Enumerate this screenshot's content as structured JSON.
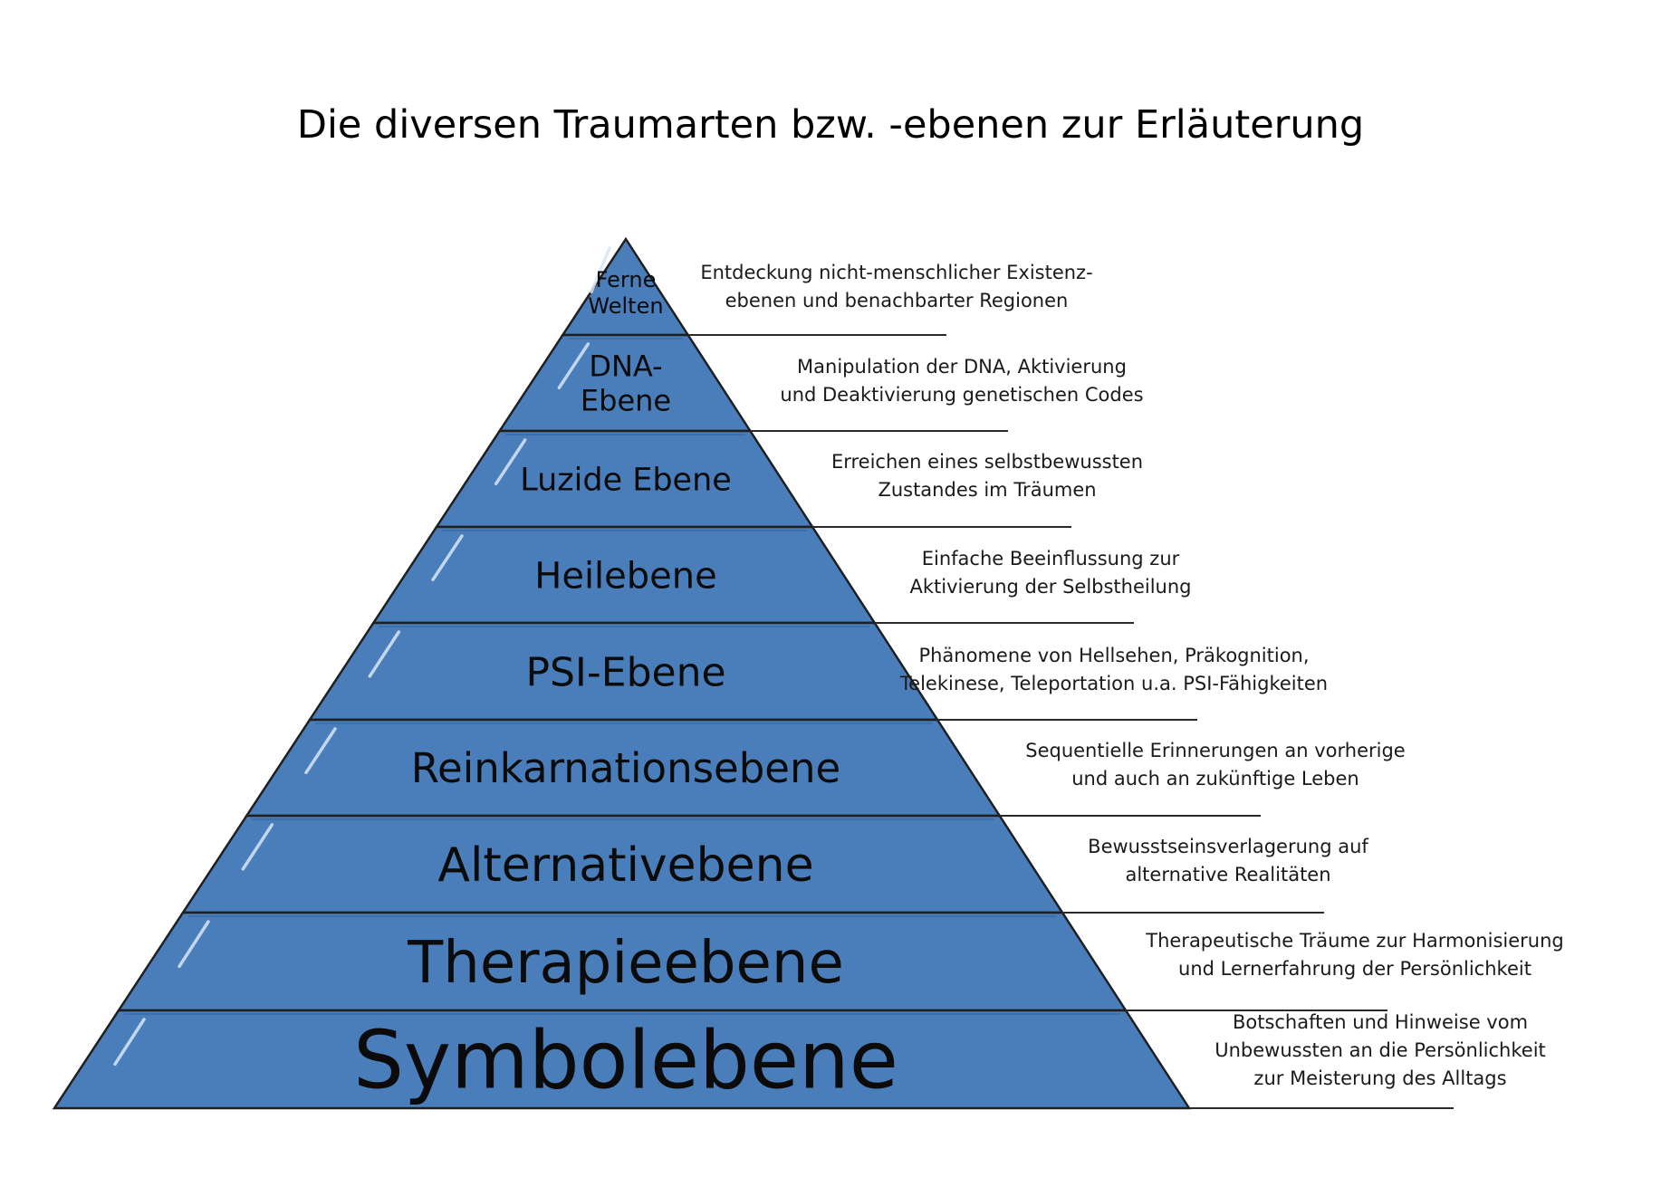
{
  "title": "Die diversen Traumarten bzw. -ebenen zur Erläuterung",
  "colors": {
    "band_fill": "#4a7ebb",
    "band_fill_dark": "#3f6fa8",
    "band_outline": "#1f1f1f",
    "divider": "#2a2a2a",
    "highlight": "#d8e6f5",
    "label_text": "#0b0b0b",
    "description_text": "#1a1a1a"
  },
  "levels": [
    {
      "label_lines": [
        "Ferne",
        "Welten"
      ],
      "description_lines": [
        "Entdeckung nicht-menschlicher Existenz-",
        "ebenen und benachbarter Regionen"
      ]
    },
    {
      "label_lines": [
        "DNA-",
        "Ebene"
      ],
      "description_lines": [
        "Manipulation der DNA, Aktivierung",
        "und Deaktivierung genetischen Codes"
      ]
    },
    {
      "label_lines": [
        "Luzide Ebene"
      ],
      "description_lines": [
        "Erreichen eines selbstbewussten",
        "Zustandes im Träumen"
      ]
    },
    {
      "label_lines": [
        "Heilebene"
      ],
      "description_lines": [
        "Einfache Beeinflussung zur",
        "Aktivierung der Selbstheilung"
      ]
    },
    {
      "label_lines": [
        "PSI-Ebene"
      ],
      "description_lines": [
        "Phänomene von Hellsehen, Präkognition,",
        "Telekinese, Teleportation u.a. PSI-Fähigkeiten"
      ]
    },
    {
      "label_lines": [
        "Reinkarnationsebene"
      ],
      "description_lines": [
        "Sequentielle Erinnerungen an vorherige",
        "und auch an zukünftige Leben"
      ]
    },
    {
      "label_lines": [
        "Alternativebene"
      ],
      "description_lines": [
        "Bewusstseinsverlagerung auf",
        "alternative Realitäten"
      ]
    },
    {
      "label_lines": [
        "Therapieebene"
      ],
      "description_lines": [
        "Therapeutische Träume zur Harmonisierung",
        "und Lernerfahrung der Persönlichkeit"
      ]
    },
    {
      "label_lines": [
        "Symbolebene"
      ],
      "description_lines": [
        "Botschaften und Hinweise vom",
        "Unbewussten an die Persönlichkeit",
        "zur Meisterung des Alltags"
      ]
    }
  ]
}
